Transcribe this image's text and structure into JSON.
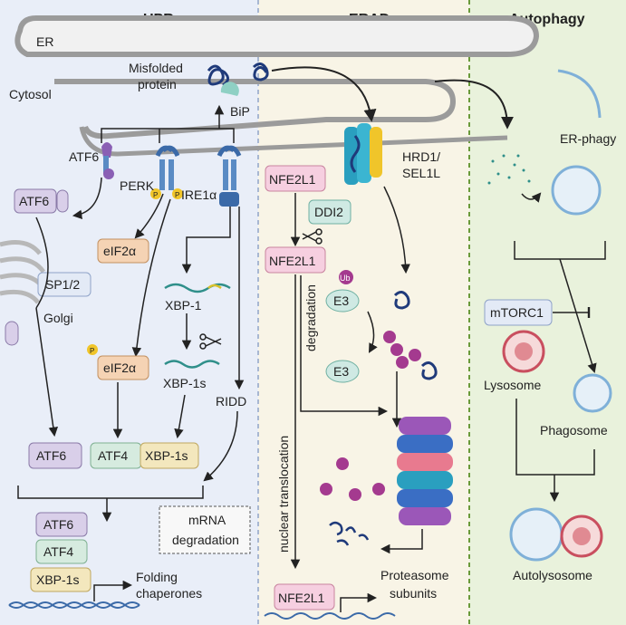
{
  "sections": {
    "upr": "UPR",
    "erad": "ERAD",
    "autophagy": "Autophagy"
  },
  "labels": {
    "er": "ER",
    "cytosol": "Cytosol",
    "misfolded_line1": "Misfolded",
    "misfolded_line2": "protein",
    "bip": "BiP",
    "atf6_sensor": "ATF6",
    "perk": "PERK",
    "ire1a": "IRE1α",
    "golgi": "Golgi",
    "xbp1": "XBP-1",
    "xbp1s": "XBP-1s",
    "ridd": "RIDD",
    "folding_line1": "Folding",
    "folding_line2": "chaperones",
    "hrd1_line1": "HRD1/",
    "hrd1_line2": "SEL1L",
    "degradation_vertical": "degradation",
    "nuclear_translocation": "nuclear translocation",
    "proteasome_line1": "Proteasome",
    "proteasome_line2": "subunits",
    "er_phagy": "ER-phagy",
    "lysosome": "Lysosome",
    "phagosome": "Phagosome",
    "autolysosome": "Autolysosome",
    "ub": "Ub",
    "p": "P"
  },
  "boxes": {
    "atf6_top": "ATF6",
    "sp12": "SP1/2",
    "eif2a_top": "eIF2α",
    "eif2a_bottom": "eIF2α",
    "atf6_mid": "ATF6",
    "atf4_mid": "ATF4",
    "xbp1s_mid": "XBP-1s",
    "atf6_low": "ATF6",
    "atf4_low": "ATF4",
    "xbp1s_low": "XBP-1s",
    "mrna_line1": "mRNA",
    "mrna_line2": "degradation",
    "nfe2l1_top": "NFE2L1",
    "ddi2": "DDI2",
    "nfe2l1_mid": "NFE2L1",
    "e3_top": "E3",
    "e3_bottom": "E3",
    "nfe2l1_bottom": "NFE2L1",
    "mtorc1": "mTORC1"
  },
  "colors": {
    "upr_bg": "#e9eef8",
    "erad_bg": "#f8f4e6",
    "autophagy_bg": "#e9f2dc",
    "purple_box": "#d9cfe9",
    "green_box": "#d6ebdf",
    "yellow_box": "#f3e7bd",
    "orange_box": "#f5d3b4",
    "pink_box": "#f6cfe0",
    "teal_box": "#cfe9e3",
    "blue_box": "#e3eaf6",
    "ub_purple": "#a43a8f"
  }
}
